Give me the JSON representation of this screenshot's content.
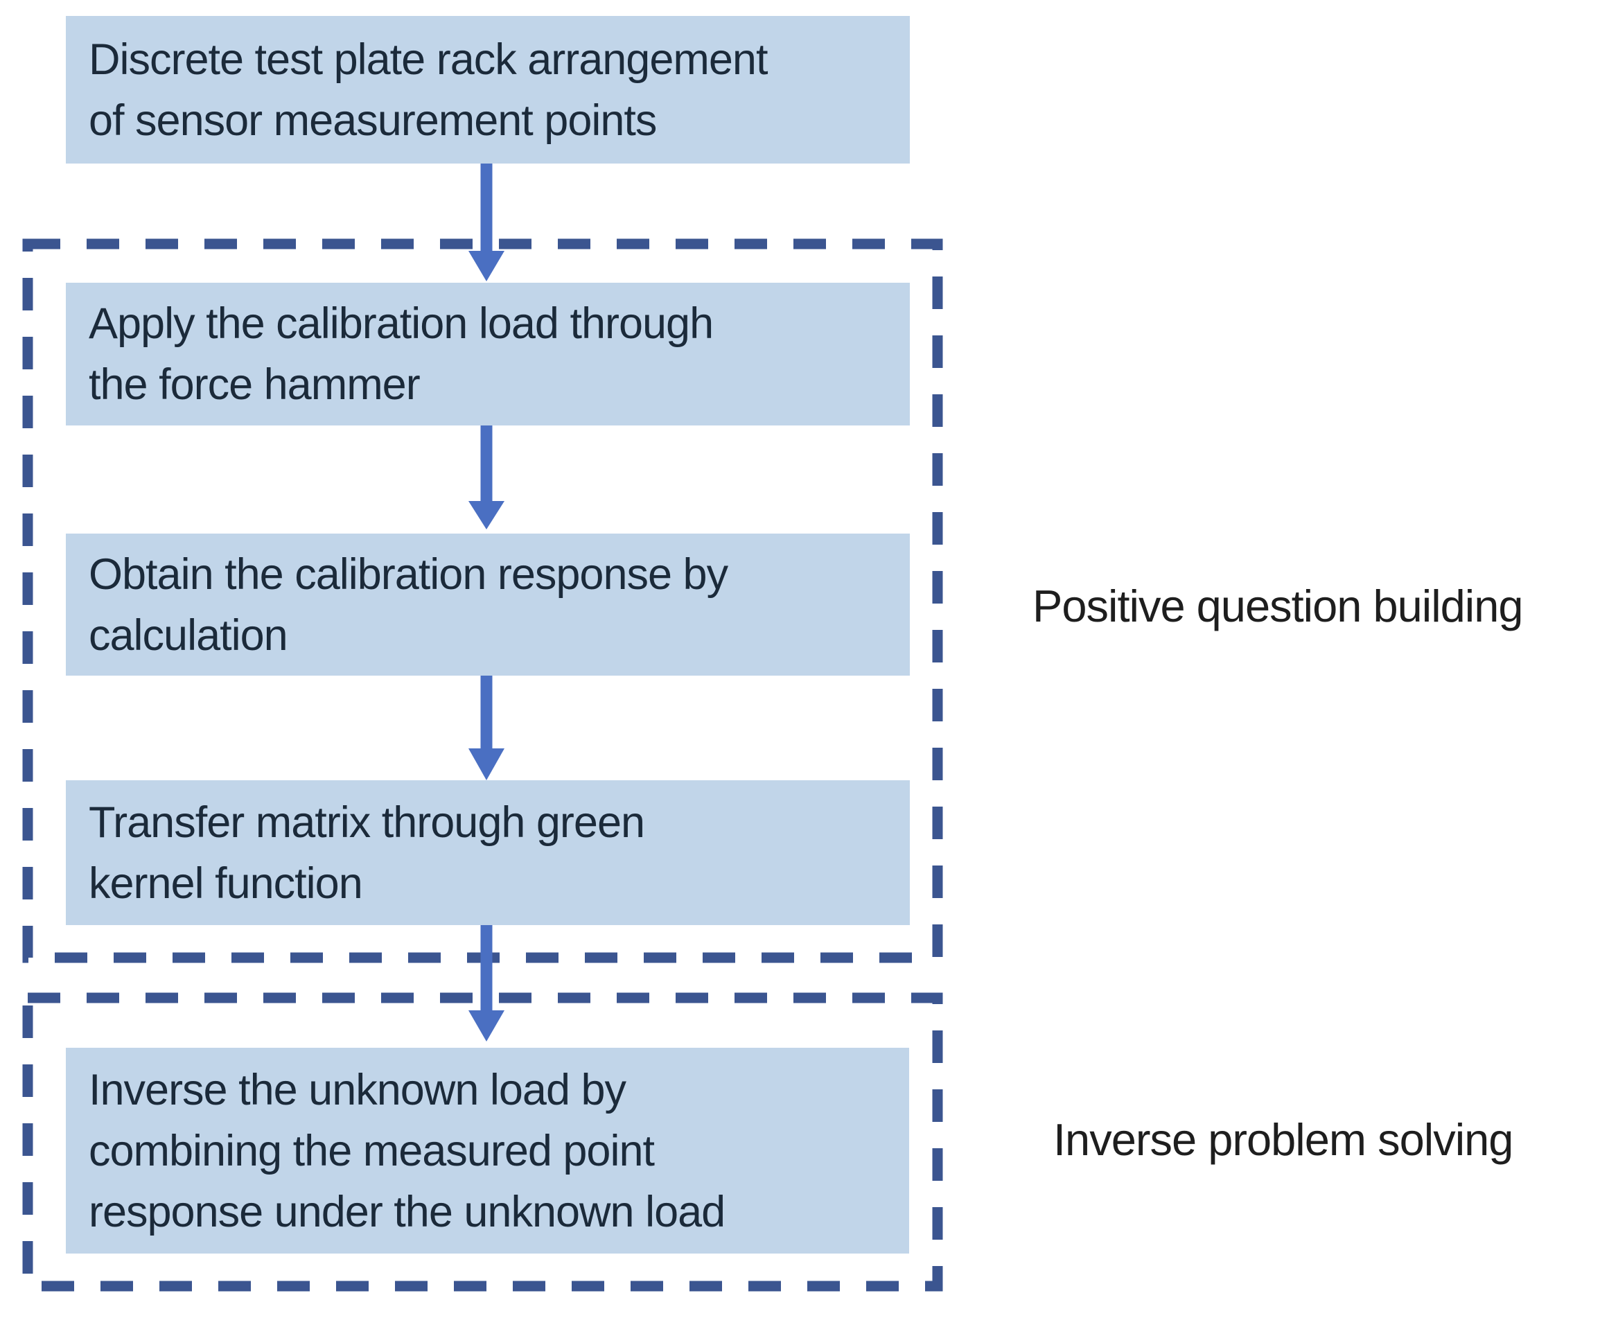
{
  "flowchart": {
    "steps": [
      {
        "name": "sensor-arrangement",
        "lines": [
          "Discrete test plate rack arrangement",
          "of sensor measurement points"
        ]
      },
      {
        "name": "apply-calibration-load",
        "lines": [
          "Apply the calibration load through",
          "the force hammer"
        ]
      },
      {
        "name": "obtain-calibration-response",
        "lines": [
          "Obtain the calibration response by",
          "calculation"
        ]
      },
      {
        "name": "transfer-matrix",
        "lines": [
          "Transfer matrix through green",
          "kernel function"
        ]
      },
      {
        "name": "inverse-unknown-load",
        "lines": [
          "Inverse the unknown load by",
          "combining the measured point",
          "response under the unknown load"
        ]
      }
    ],
    "group_labels": [
      {
        "text": "Positive question building"
      },
      {
        "text": "Inverse problem solving"
      }
    ],
    "colors": {
      "background": "#ffffff",
      "box_fill": "#c1d5e9",
      "box_text": "#1b2a3a",
      "arrow": "#4a6fc2",
      "dashed_border": "#3b5590",
      "label_text": "#1e1e1e"
    }
  }
}
